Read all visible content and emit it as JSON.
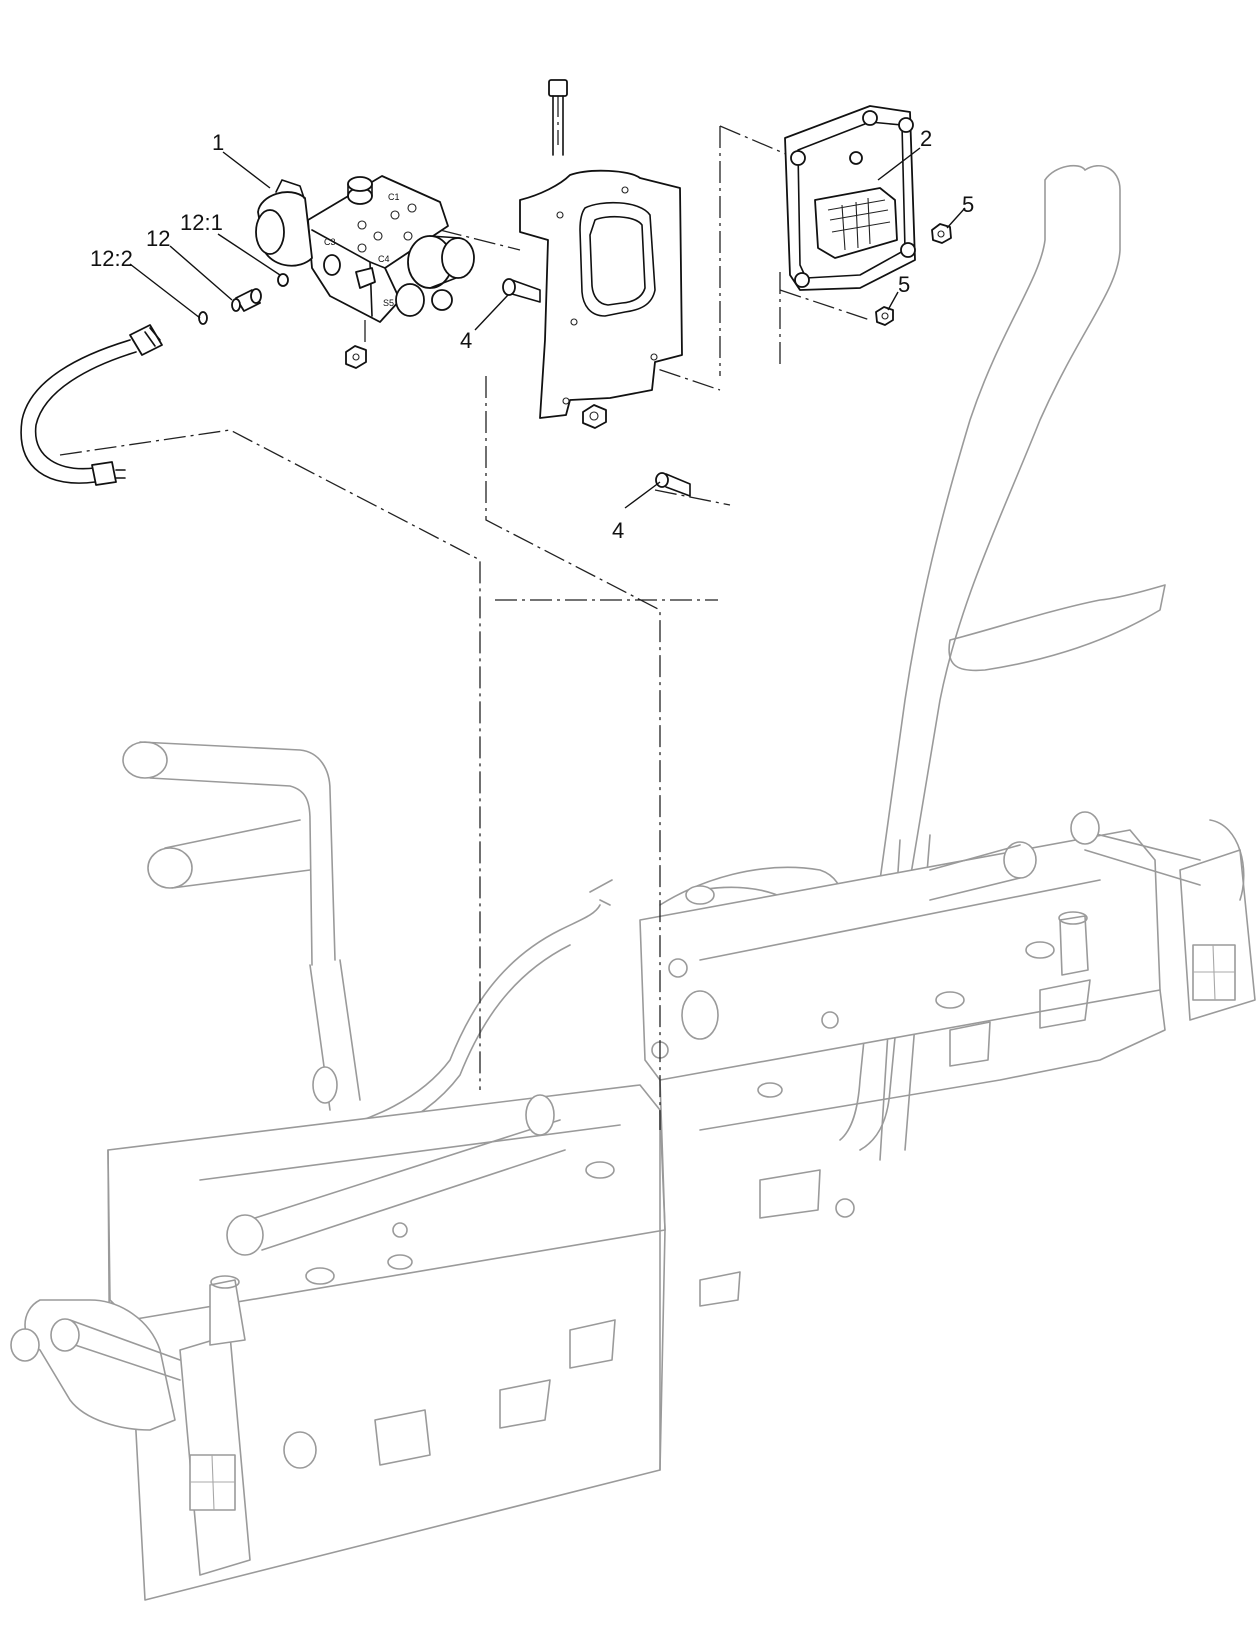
{
  "diagram": {
    "callouts": [
      {
        "id": "c1",
        "label": "1"
      },
      {
        "id": "c2",
        "label": "2"
      },
      {
        "id": "c4a",
        "label": "4"
      },
      {
        "id": "c4b",
        "label": "4"
      },
      {
        "id": "c5a",
        "label": "5"
      },
      {
        "id": "c5b",
        "label": "5"
      },
      {
        "id": "c12",
        "label": "12"
      },
      {
        "id": "c12_1",
        "label": "12:1"
      },
      {
        "id": "c12_2",
        "label": "12:2"
      }
    ],
    "valve_port_labels": {
      "c3": "C3",
      "c4": "C4",
      "c1": "C1",
      "s5": "S5"
    }
  }
}
